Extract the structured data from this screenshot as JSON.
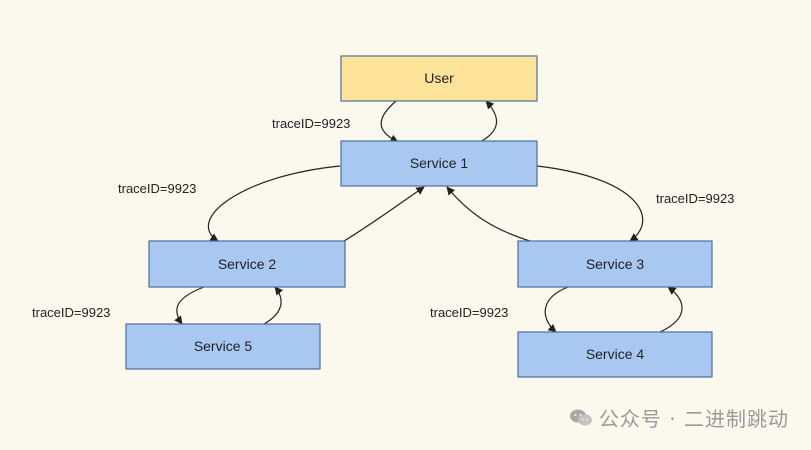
{
  "nodes": {
    "user": {
      "label": "User",
      "fill": "#fde49a"
    },
    "service1": {
      "label": "Service 1",
      "fill": "#a9c8f1"
    },
    "service2": {
      "label": "Service 2",
      "fill": "#a9c8f1"
    },
    "service3": {
      "label": "Service 3",
      "fill": "#a9c8f1"
    },
    "service4": {
      "label": "Service 4",
      "fill": "#a9c8f1"
    },
    "service5": {
      "label": "Service 5",
      "fill": "#a9c8f1"
    }
  },
  "edge_labels": {
    "user_to_service1": "traceID=9923",
    "service1_to_service2": "traceID=9923",
    "service1_to_service3": "traceID=9923",
    "service2_to_service5": "traceID=9923",
    "service3_to_service4": "traceID=9923"
  },
  "colors": {
    "background": "#fbf8ee",
    "node_border": "#4d6f9a",
    "arrow": "#222222"
  },
  "watermark": {
    "icon": "wechat-icon",
    "text": "公众号 · 二进制跳动"
  }
}
